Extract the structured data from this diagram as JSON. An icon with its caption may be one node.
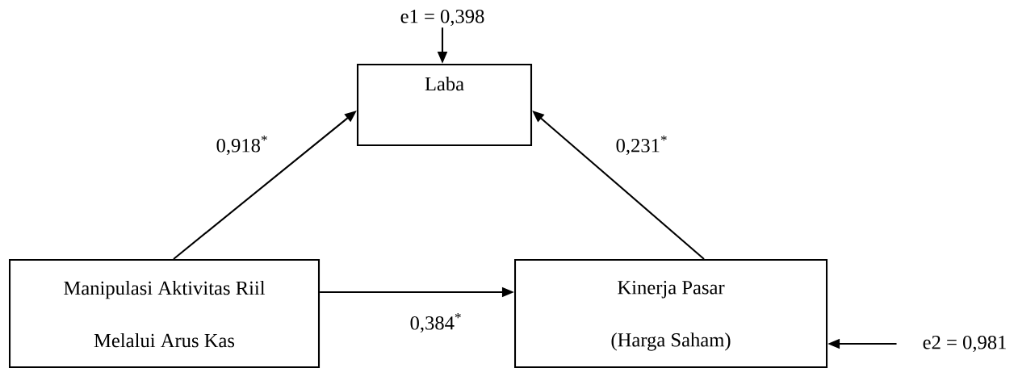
{
  "diagram": {
    "nodes": [
      {
        "text": [
          "e1 = 0,398"
        ]
      },
      {
        "text": [
          "Laba"
        ]
      },
      {
        "text": [
          "Manipulasi Aktivitas Riil Melalui Arus Kas"
        ]
      },
      {
        "text": [
          "Kinerja Pasar (Harga Saham)"
        ]
      },
      {
        "text": [
          "e2 = 0,981"
        ]
      }
    ],
    "edges": [
      {
        "from": 0,
        "to": 1,
        "arrow": "to"
      },
      {
        "from": 2,
        "to": 1,
        "arrow": "to",
        "label": "0,918$^{*}$"
      },
      {
        "from": 3,
        "to": 1,
        "arrow": "to",
        "label": "0,231$^{*}$"
      },
      {
        "from": 2,
        "to": 3,
        "arrow": "to",
        "label": "0,384$^{*}$"
      },
      {
        "from": 4,
        "to": 3,
        "arrow": "to"
      }
    ]
  }
}
